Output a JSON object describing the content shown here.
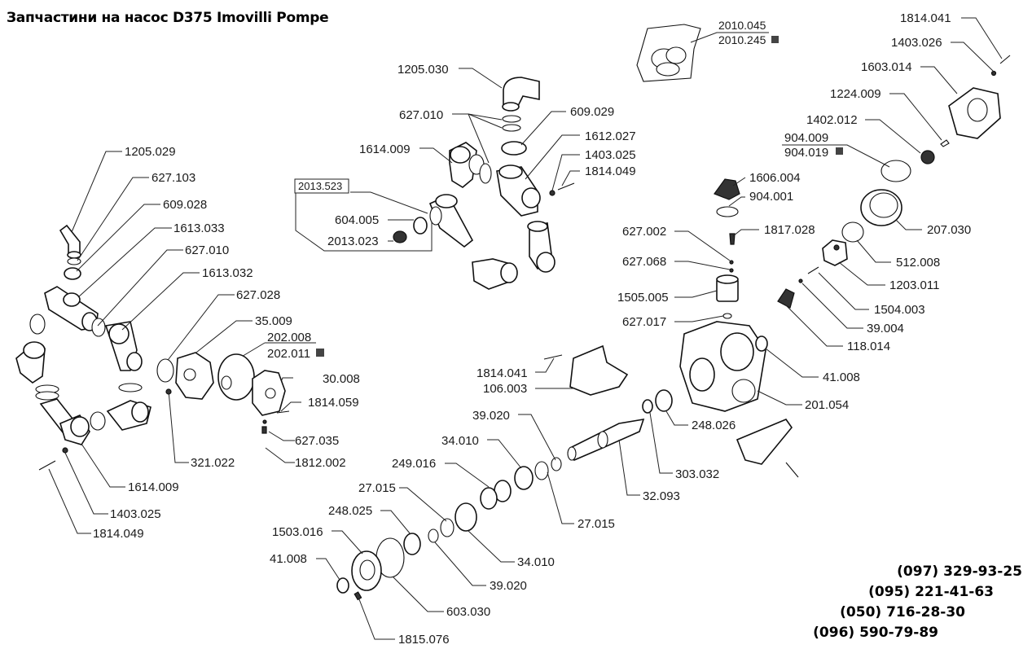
{
  "title": "Запчастини на насос D375 Imovilli Pompe",
  "labels": {
    "p1205_029": "1205.029",
    "p627_103": "627.103",
    "p609_028": "609.028",
    "p1613_033": "1613.033",
    "p627_010_l": "627.010",
    "p1613_032": "1613.032",
    "p627_028": "627.028",
    "p35_009": "35.009",
    "p202_008": "202.008",
    "p202_011": "202.011",
    "p30_008": "30.008",
    "p1814_059": "1814.059",
    "p627_035": "627.035",
    "p1812_002": "1812.002",
    "p321_022": "321.022",
    "p1614_009_l": "1614.009",
    "p1403_025_l": "1403.025",
    "p1814_049_l": "1814.049",
    "p1205_030": "1205.030",
    "p627_010_c": "627.010",
    "p609_029": "609.029",
    "p1614_009_c": "1614.009",
    "p1612_027": "1612.027",
    "p1403_025_c": "1403.025",
    "p1814_049_c": "1814.049",
    "p2013_523": "2013.523",
    "p604_005": "604.005",
    "p2013_023": "2013.023",
    "p2010_045": "2010.045",
    "p2010_245": "2010.245",
    "p1814_041_t": "1814.041",
    "p1403_026": "1403.026",
    "p1603_014": "1603.014",
    "p1224_009": "1224.009",
    "p1402_012": "1402.012",
    "p904_009": "904.009",
    "p904_019": "904.019",
    "p1606_004": "1606.004",
    "p904_001": "904.001",
    "p627_002": "627.002",
    "p1817_028": "1817.028",
    "p207_030": "207.030",
    "p627_068": "627.068",
    "p512_008": "512.008",
    "p1505_005": "1505.005",
    "p1203_011": "1203.011",
    "p1504_003": "1504.003",
    "p627_017": "627.017",
    "p39_004": "39.004",
    "p118_014": "118.014",
    "p1814_041_m": "1814.041",
    "p106_003": "106.003",
    "p41_008_r": "41.008",
    "p201_054": "201.054",
    "p39_020_t": "39.020",
    "p248_026": "248.026",
    "p34_010_t": "34.010",
    "p303_032": "303.032",
    "p249_016": "249.016",
    "p32_093": "32.093",
    "p27_015_l": "27.015",
    "p27_015_r": "27.015",
    "p248_025": "248.025",
    "p1503_016": "1503.016",
    "p34_010_b": "34.010",
    "p41_008_b": "41.008",
    "p39_020_b": "39.020",
    "p603_030": "603.030",
    "p1815_076": "1815.076"
  },
  "phones": [
    "(097) 329-93-25",
    "(095) 221-41-63",
    "(050) 716-28-30",
    "(096) 590-79-89"
  ]
}
